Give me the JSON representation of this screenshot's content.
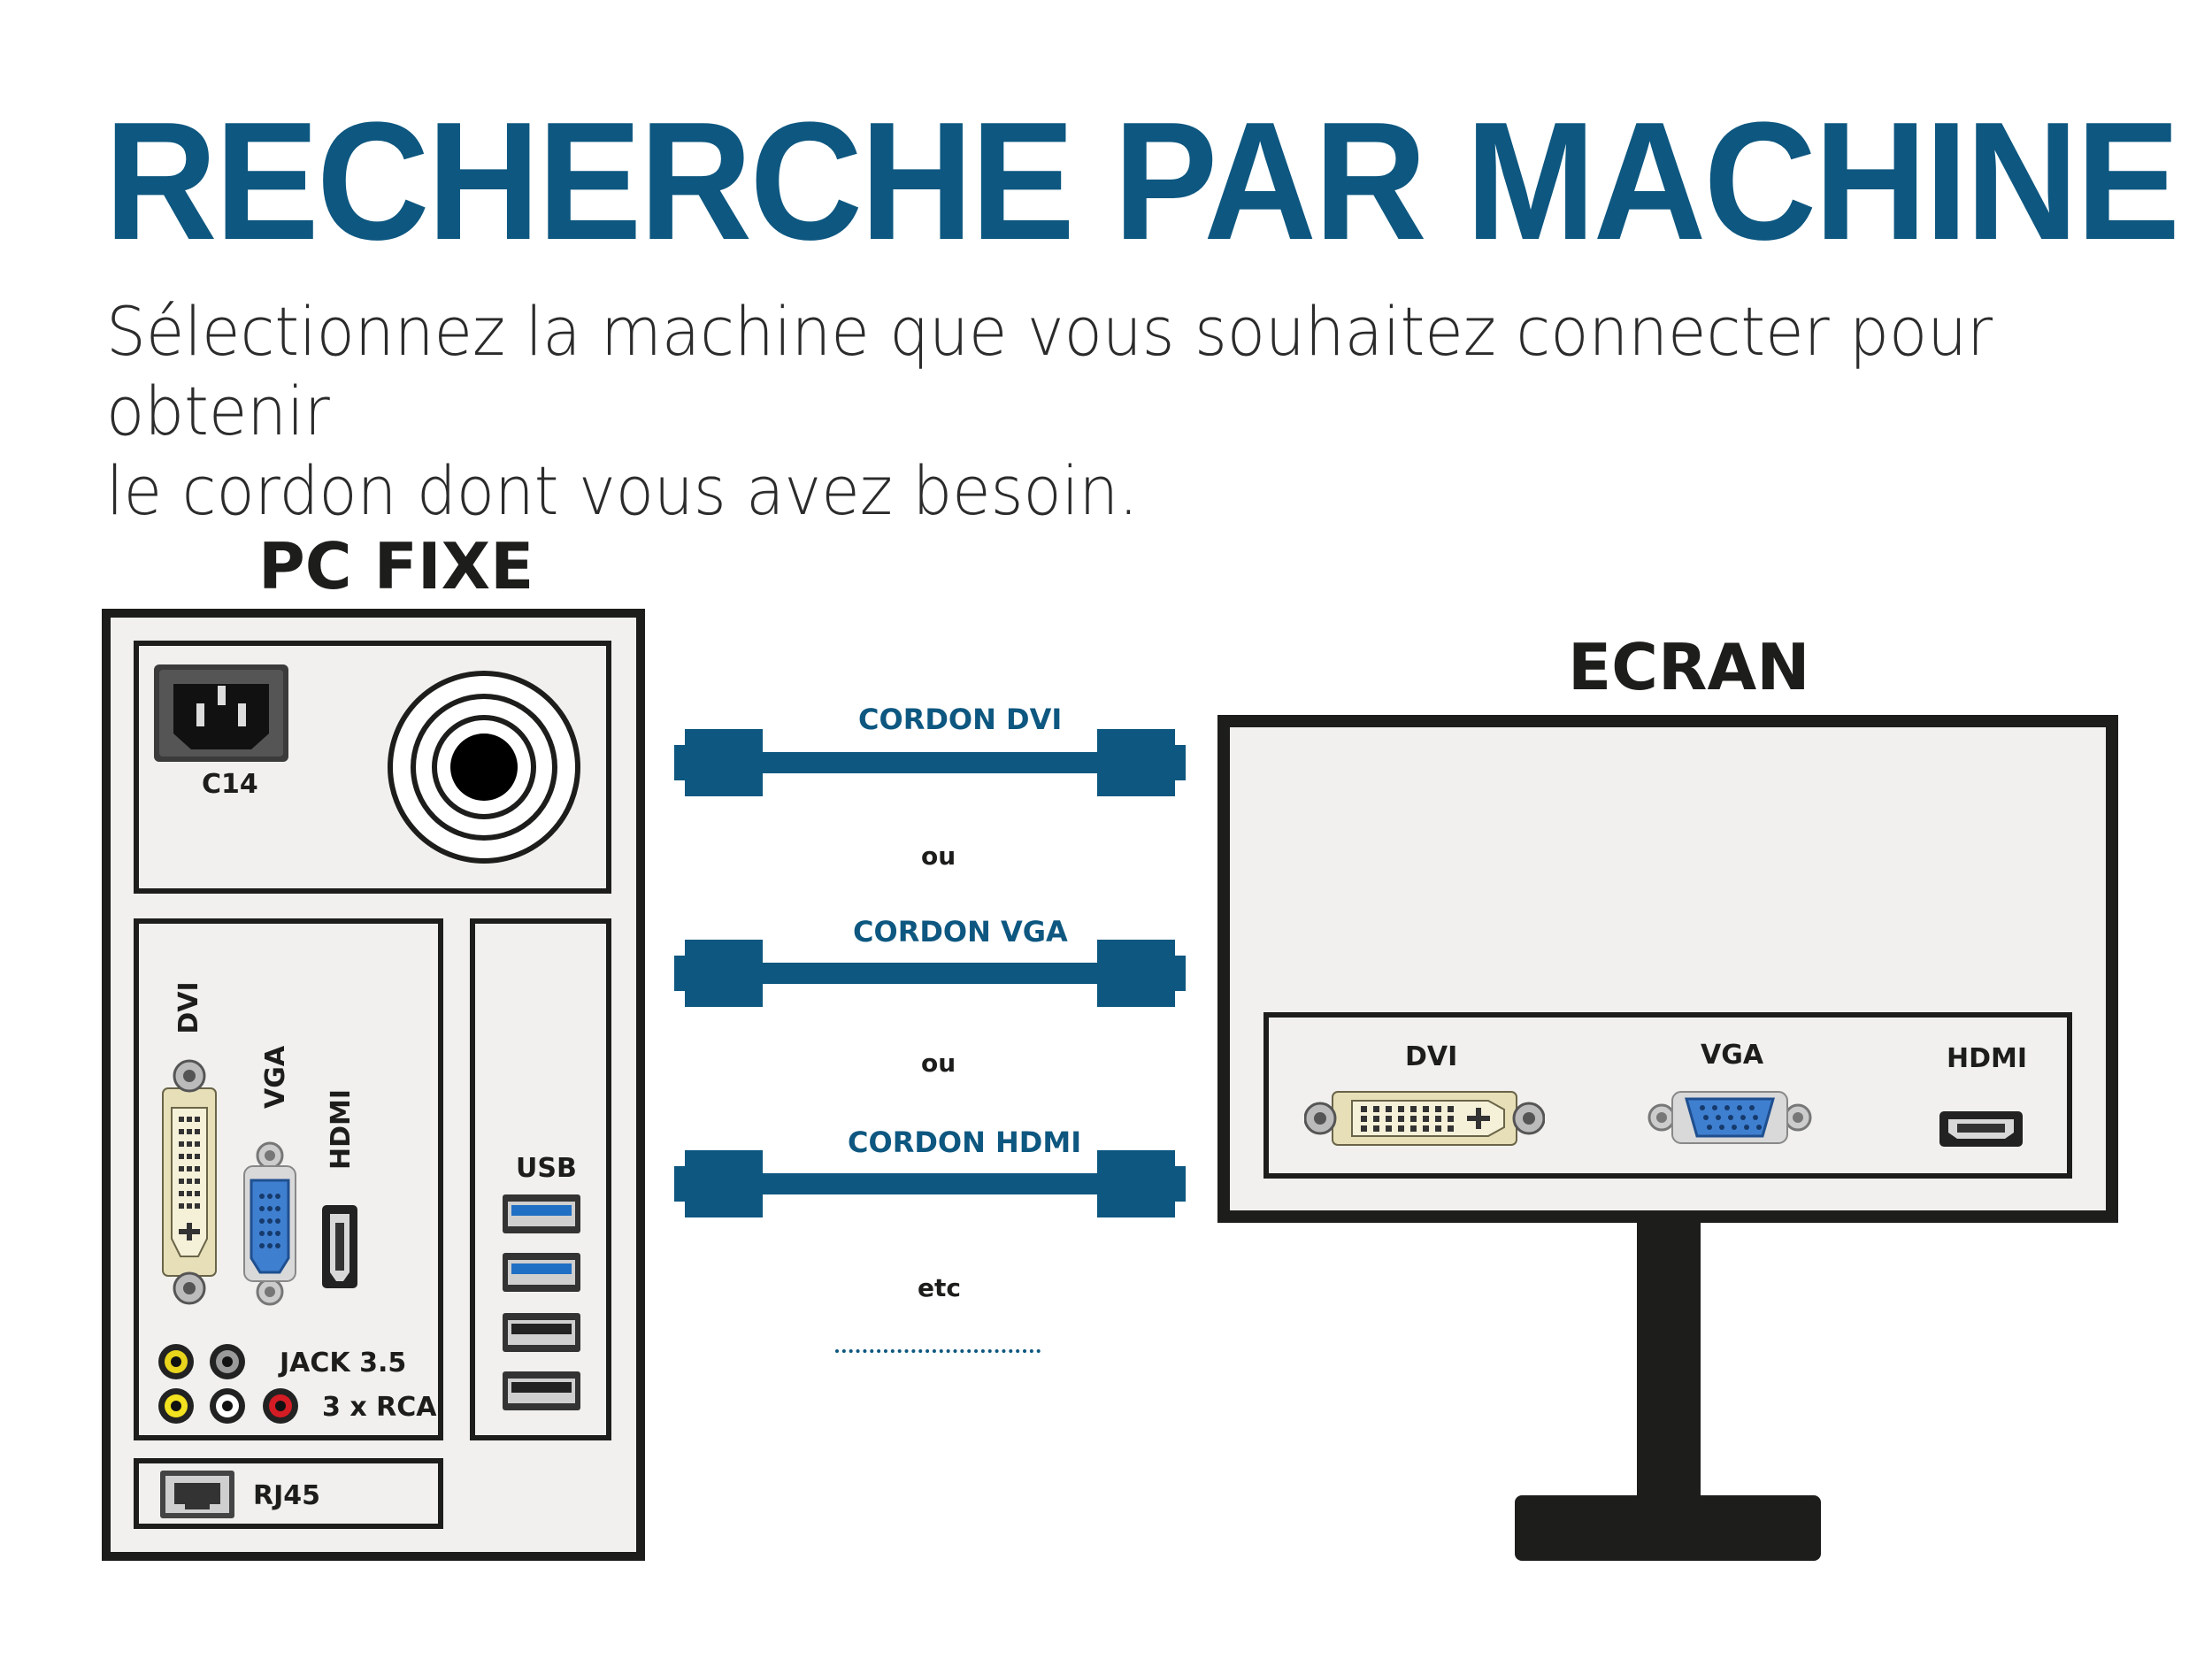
{
  "header": {
    "title": "RECHERCHE PAR MACHINE",
    "subtitle_line1": "Sélectionnez la machine que vous souhaitez connecter pour obtenir",
    "subtitle_line2": "le cordon dont vous avez besoin."
  },
  "pc": {
    "heading": "PC FIXE",
    "labels": {
      "power": "C14",
      "dvi": "DVI",
      "vga": "VGA",
      "hdmi": "HDMI",
      "usb": "USB",
      "jack": "JACK 3.5",
      "rca": "3 x RCA",
      "rj45": "RJ45"
    }
  },
  "cables": {
    "items": [
      {
        "label": "CORDON DVI"
      },
      {
        "label": "CORDON VGA"
      },
      {
        "label": "CORDON HDMI"
      }
    ],
    "separator": "ou",
    "more": "etc"
  },
  "screen": {
    "heading": "ECRAN",
    "labels": {
      "dvi": "DVI",
      "vga": "VGA",
      "hdmi": "HDMI"
    }
  },
  "colors": {
    "brand_blue": "#0d5780",
    "dark": "#1d1d1b",
    "panel_bg": "#f1f0ee",
    "usb_blue": "#1f6fc4",
    "vga_blue": "#3f7fd0",
    "jack_yellow": "#e8d51c",
    "rca_red": "#d41c24"
  },
  "icons": {
    "power": "c14-socket-icon",
    "fan": "fan-icon",
    "dvi": "dvi-port-icon",
    "vga": "vga-port-icon",
    "hdmi": "hdmi-port-icon",
    "usb": "usb-port-icon",
    "jack": "audio-jack-icon",
    "rca": "rca-jack-icon",
    "rj45": "rj45-port-icon",
    "cable": "cable-icon",
    "stand": "monitor-stand-icon"
  }
}
